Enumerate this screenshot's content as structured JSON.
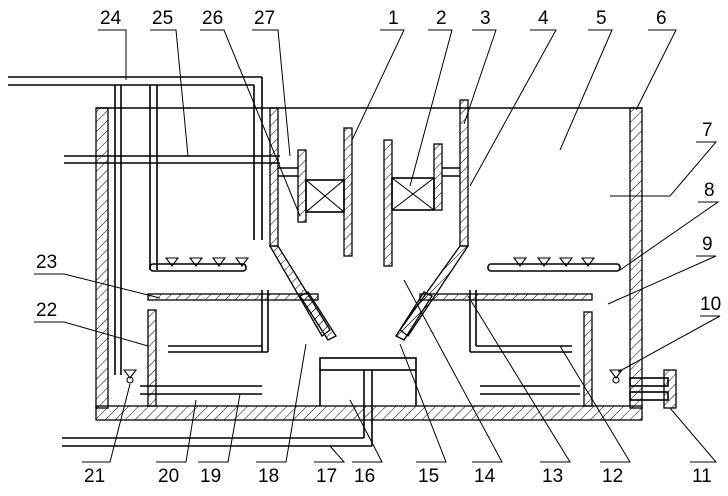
{
  "figure": {
    "callouts_top": [
      "24",
      "25",
      "26",
      "27",
      "1",
      "2",
      "3",
      "4",
      "5",
      "6"
    ],
    "callouts_right": [
      "7",
      "8",
      "9",
      "10"
    ],
    "callouts_left": [
      "23",
      "22"
    ],
    "callouts_bottom": [
      "21",
      "20",
      "19",
      "18",
      "17",
      "16",
      "15",
      "14",
      "13",
      "12",
      "11"
    ]
  },
  "colors": {
    "line": "#000000",
    "background": "#ffffff"
  }
}
